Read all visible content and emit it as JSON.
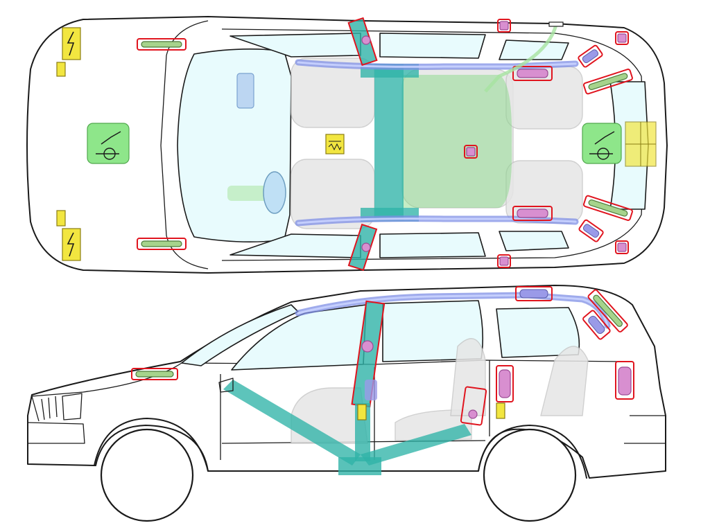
{
  "figure": {
    "views": [
      "top",
      "side"
    ],
    "components": {
      "body_reinforcement": "teal-steel-pillars",
      "curtain_airbags": "blue-tubes",
      "gas_struts": "green-cylinders",
      "gas_inflators": "pink-cylinders",
      "batteries": "yellow-battery",
      "pretensioners": "yellow-spring",
      "high_strength_zones": "green-zone"
    },
    "colors": {
      "outline": "#1a1a1a",
      "glass": "#e8fbfd",
      "teal": "#2fb3a8",
      "airbag_blue": "#7f8fe6",
      "inflator_pink": "#d88fd0",
      "strut_green": "#a6d38c",
      "battery_yellow": "#f2e640",
      "highlight_red": "#e0141e",
      "zone_green": "#7ed87e"
    }
  }
}
